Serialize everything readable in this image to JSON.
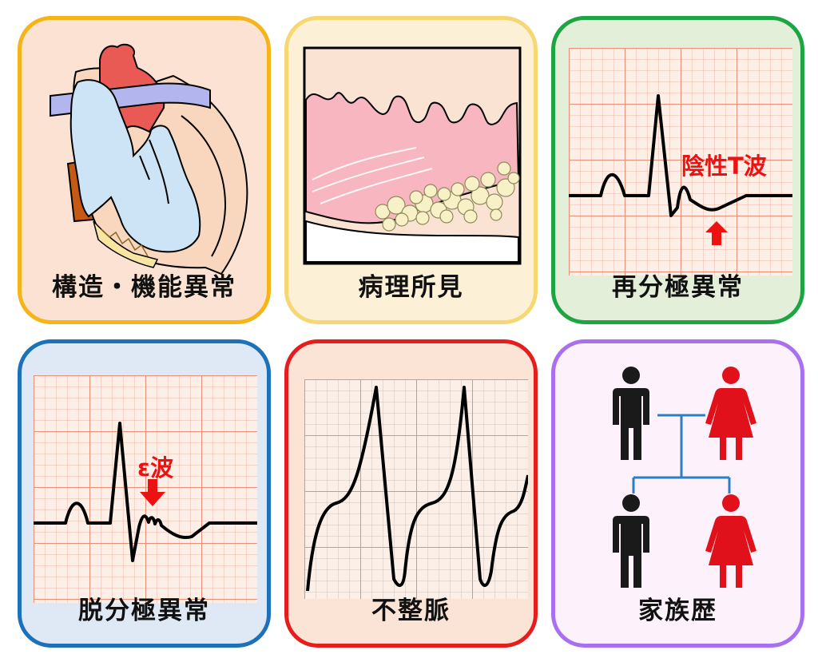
{
  "colors": {
    "card1_border": "#f5b417",
    "card1_bg": "#fbe2d2",
    "card2_border": "#f7d772",
    "card2_bg": "#fcf1d6",
    "card3_border": "#1ea543",
    "card3_bg": "#e3efd9",
    "card4_border": "#1c71b8",
    "card4_bg": "#dfe9f6",
    "card5_border": "#e51d1d",
    "card5_bg": "#fbe3d5",
    "card6_border": "#a86ff0",
    "card6_bg": "#fdf1fb",
    "grid_line": "#f1b7a6",
    "annotation_red": "#ee1111",
    "male": "#1a1a1a",
    "female": "#e0111b",
    "family_line": "#2b7fc4"
  },
  "cards": [
    {
      "id": "structural",
      "label": "構造・機能異常",
      "icon": "heart-anatomy-icon"
    },
    {
      "id": "pathology",
      "label": "病理所見",
      "icon": "tissue-histology-icon"
    },
    {
      "id": "repolarization",
      "label": "再分極異常",
      "icon": "ecg-t-wave-icon",
      "annotation": "陰性T波"
    },
    {
      "id": "depolarization",
      "label": "脱分極異常",
      "icon": "ecg-epsilon-wave-icon",
      "annotation": "ε波"
    },
    {
      "id": "arrhythmia",
      "label": "不整脈",
      "icon": "ecg-tachycardia-icon"
    },
    {
      "id": "family",
      "label": "家族歴",
      "icon": "family-tree-icon"
    }
  ]
}
